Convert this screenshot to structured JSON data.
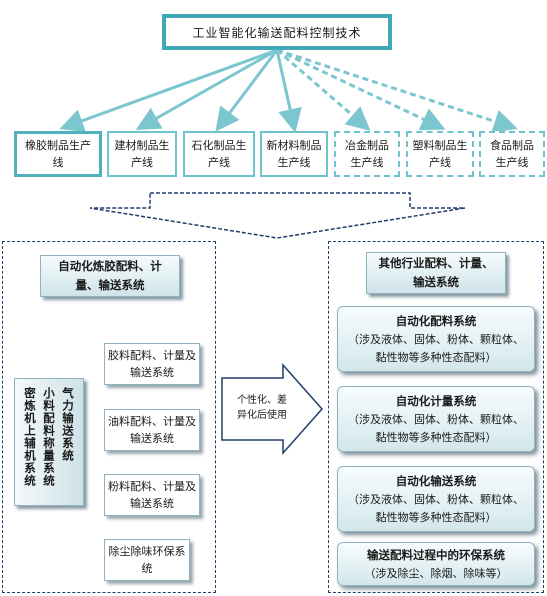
{
  "top": {
    "title": "工业智能化输送配料控制技术"
  },
  "industries": [
    {
      "label": "橡胶制品生产线"
    },
    {
      "label": "建材制品生产线"
    },
    {
      "label": "石化制品生产线"
    },
    {
      "label": "新材料制品生产线"
    },
    {
      "label": "冶金制品生产线"
    },
    {
      "label": "塑料制品生产线"
    },
    {
      "label": "食品制品生产线"
    }
  ],
  "left_panel": {
    "header": "自动化炼胶配料、计量、输送系统",
    "vertical_columns": [
      "气力输送系统",
      "小料配料称量系统",
      "密炼机上辅机系统"
    ],
    "subsystems": [
      {
        "label": "胶料配料、计量及输送系统"
      },
      {
        "label": "油料配料、计量及输送系统"
      },
      {
        "label": "粉料配料、计量及输送系统"
      },
      {
        "label": "除尘除味环保系统"
      }
    ]
  },
  "middle": {
    "note": "个性化、差异化后使用"
  },
  "right_panel": {
    "header": "其他行业配料、计量、输送系统",
    "systems": [
      {
        "title": "自动化配料系统",
        "desc": "（涉及液体、固体、粉体、颗粒体、黏性物等多种性态配料）"
      },
      {
        "title": "自动化计量系统",
        "desc": "（涉及液体、固体、粉体、颗粒体、黏性物等多种性态配料）"
      },
      {
        "title": "自动化输送系统",
        "desc": "（涉及液体、固体、粉体、颗粒体、黏性物等多种性态配料）"
      },
      {
        "title": "输送配料过程中的环保系统",
        "desc": "（涉及除尘、除烟、除味等）"
      }
    ]
  },
  "colors": {
    "arrow": "#7cc6d0",
    "panel_border": "#1f3d6b",
    "top_border": "#3fa9b8"
  }
}
